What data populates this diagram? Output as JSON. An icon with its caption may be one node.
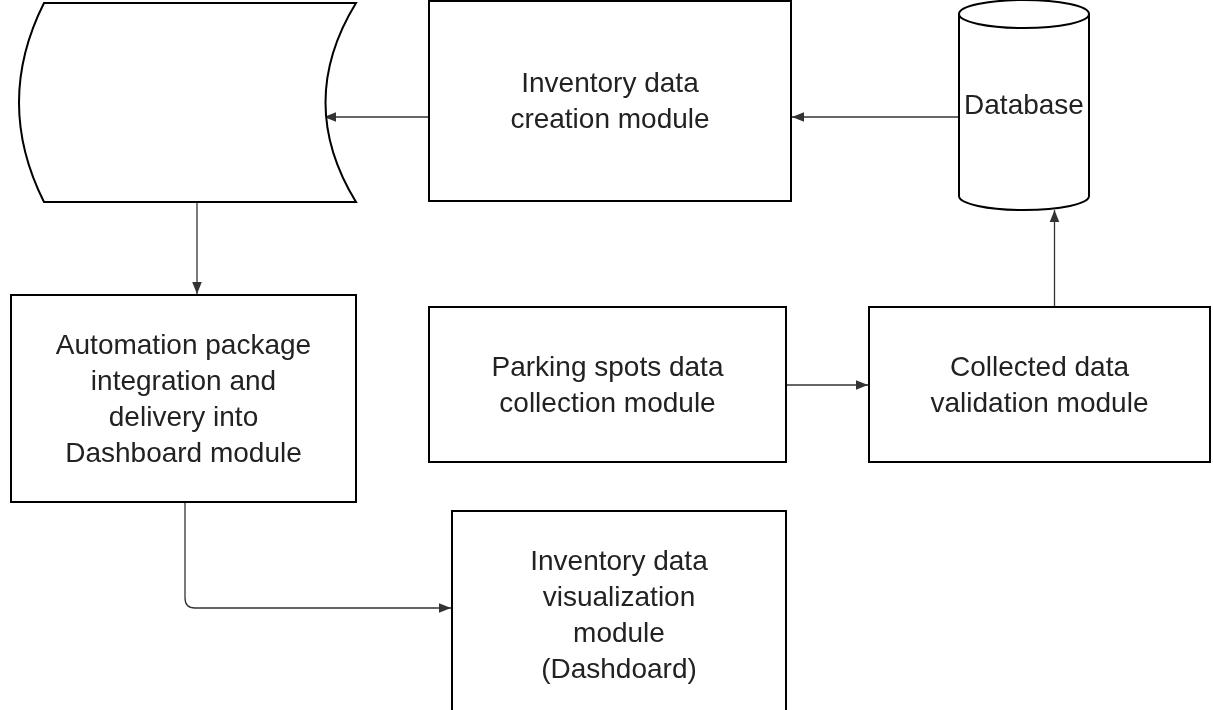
{
  "diagram": {
    "nodes": [
      {
        "text": [],
        "shape": "cylinder"
      },
      {
        "text": [
          "Inventory data creation module"
        ]
      },
      {
        "text": [
          "Database"
        ]
      },
      {
        "text": [
          "Automation package integration and delivery into Dashboard module"
        ]
      },
      {
        "text": [
          "Parking spots data collection module"
        ]
      },
      {
        "text": [
          "Collected data validation module"
        ]
      },
      {
        "text": [
          "Inventory data visualization module (Dashdoard)"
        ]
      }
    ],
    "edges": [
      {
        "from": 2,
        "to": 1,
        "arrow": "to"
      },
      {
        "from": 1,
        "to": 0,
        "arrow": "to"
      },
      {
        "from": 0,
        "to": 3,
        "arrow": "to"
      },
      {
        "from": 3,
        "to": 6,
        "arrow": "to"
      },
      {
        "from": 4,
        "to": 5,
        "arrow": "to"
      },
      {
        "from": 5,
        "to": 2,
        "arrow": "to"
      }
    ]
  }
}
